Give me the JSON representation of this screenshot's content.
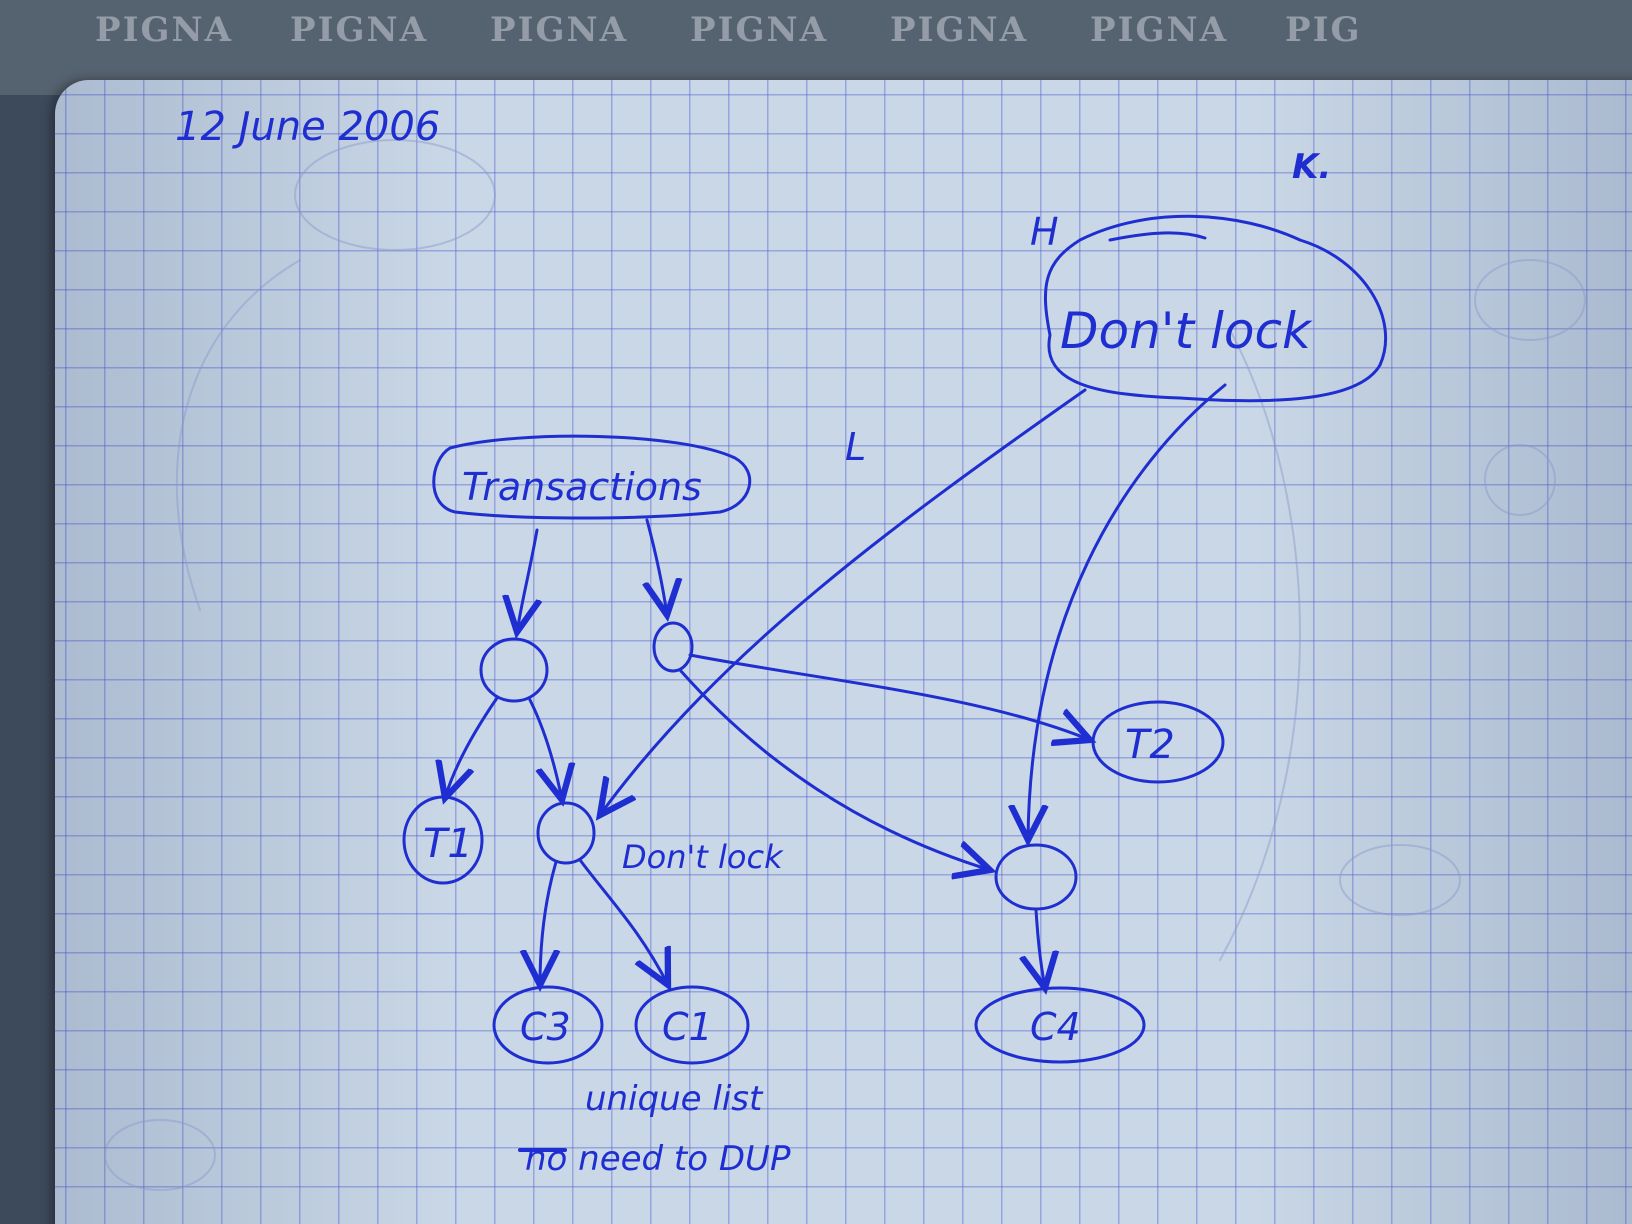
{
  "desk": {
    "stamps": [
      "PIGNA",
      "PIGNA",
      "PIGNA",
      "PIGNA",
      "PIGNA",
      "PIGNA",
      "PIG"
    ]
  },
  "note": {
    "date": "12 June 2006",
    "corner_mark": "K.",
    "arrow_marks": [
      "H",
      "L"
    ]
  },
  "nodes": {
    "transactions": "Transactions",
    "dont_lock_top": "Don't lock",
    "t1": "T1",
    "t2": "T2",
    "c3": "C3",
    "c1": "C1",
    "c4": "C4",
    "dont_lock_side": "Don't lock"
  },
  "annotations": {
    "unique_list": "unique list",
    "no_need": "no need to DUP"
  },
  "colors": {
    "ink": "#1f2ed0",
    "paper": "#c9d7e6",
    "grid": "#5060d2"
  }
}
